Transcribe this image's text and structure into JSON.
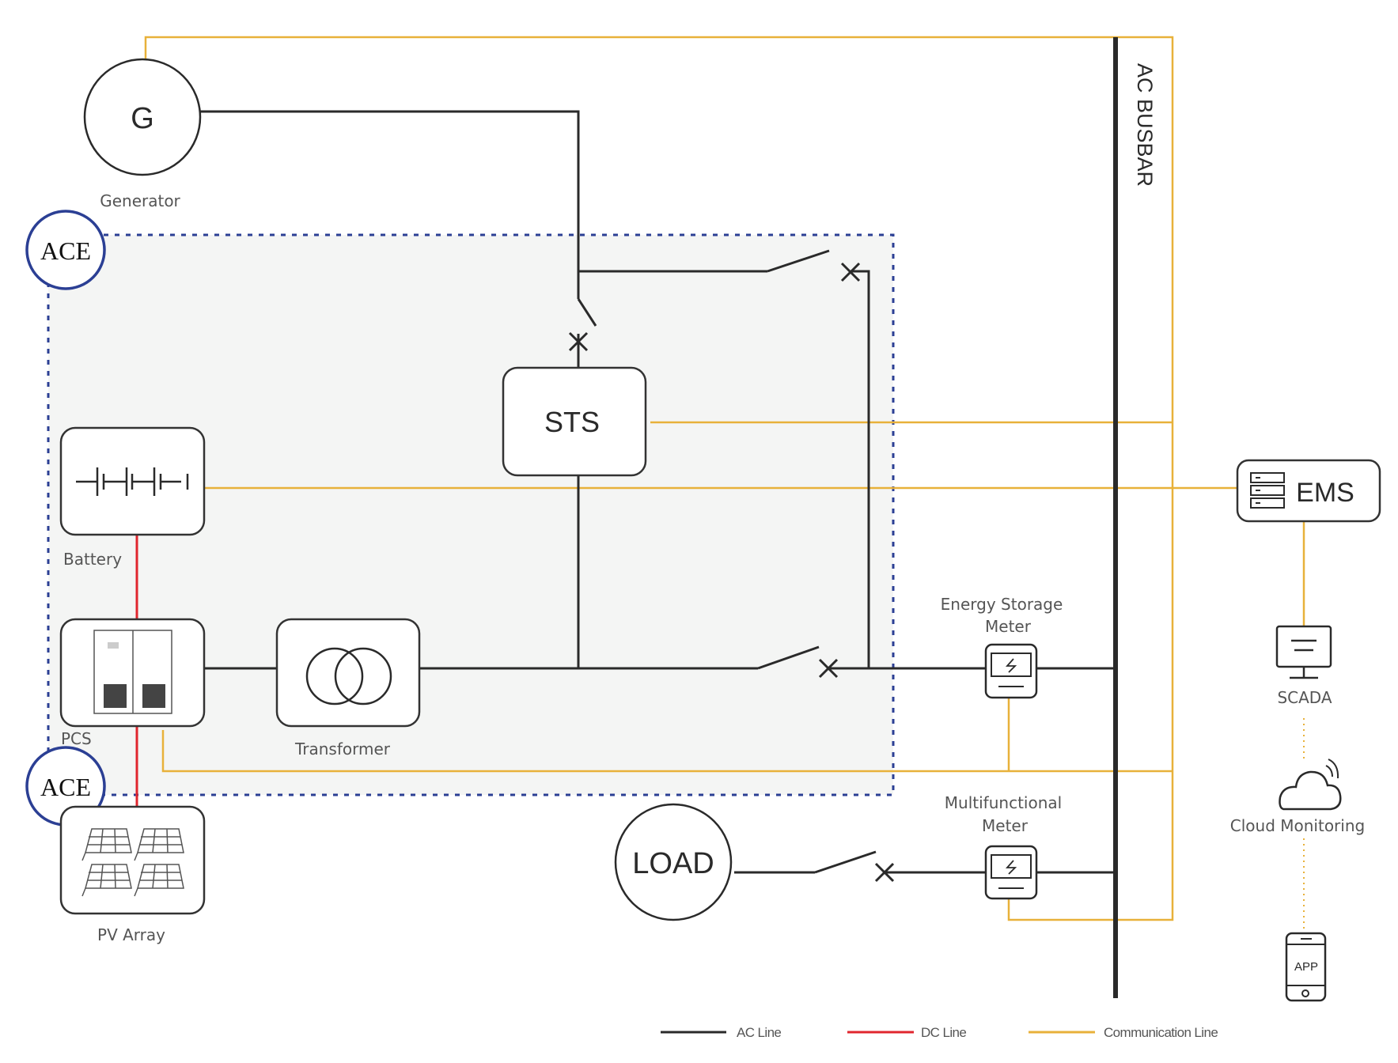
{
  "generator": {
    "symbol": "G",
    "label": "Generator"
  },
  "ace_badges": [
    "ACE",
    "ACE"
  ],
  "sts": {
    "label": "STS"
  },
  "battery": {
    "label": "Battery"
  },
  "pcs": {
    "label": "PCS"
  },
  "transformer": {
    "label": "Transformer"
  },
  "pv_array": {
    "label": "PV Array"
  },
  "busbar": {
    "label": "AC BUSBAR"
  },
  "energy_storage_meter": {
    "label_line1": "Energy Storage",
    "label_line2": "Meter"
  },
  "multifunctional_meter": {
    "label_line1": "Multifunctional",
    "label_line2": "Meter"
  },
  "load": {
    "label": "LOAD"
  },
  "ems": {
    "label": "EMS"
  },
  "scada": {
    "label": "SCADA"
  },
  "cloud": {
    "label": "Cloud Monitoring"
  },
  "app": {
    "label": "APP"
  },
  "legend": [
    {
      "label": "AC Line",
      "color": "#2a2a2a"
    },
    {
      "label": "DC Line",
      "color": "#e0262e"
    },
    {
      "label": "Communication Line",
      "color": "#e8b13a"
    }
  ],
  "colors": {
    "ac": "#2a2a2a",
    "dc": "#e0262e",
    "comm": "#e8b13a",
    "ace_ring": "#2b3f94"
  }
}
